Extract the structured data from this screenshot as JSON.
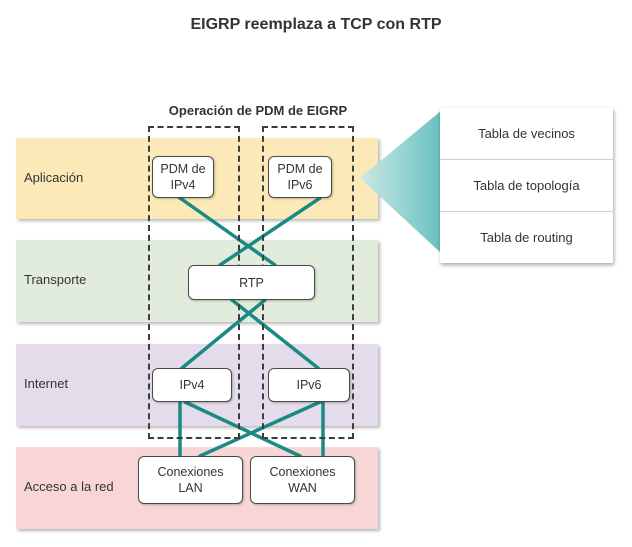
{
  "title": "EIGRP reemplaza a TCP con RTP",
  "pdm_title": "Operación de PDM de EIGRP",
  "layers": [
    {
      "label": "Aplicación",
      "color": "#fbe9b7"
    },
    {
      "label": "Transporte",
      "color": "#e1ecdd"
    },
    {
      "label": "Internet",
      "color": "#e4dcea"
    },
    {
      "label": "Acceso a la red",
      "color": "#f8d6d8"
    }
  ],
  "nodes": {
    "pdm_ipv4": "PDM de\nIPv4",
    "pdm_ipv6": "PDM de\nIPv6",
    "rtp": "RTP",
    "ipv4": "IPv4",
    "ipv6": "IPv6",
    "lan": "Conexiones\nLAN",
    "wan": "Conexiones\nWAN"
  },
  "tables": [
    "Tabla de vecinos",
    "Tabla de topología",
    "Tabla de routing"
  ],
  "colors": {
    "link": "#1a8a84",
    "accent_gradient_start": "#c9e9e6",
    "accent_gradient_end": "#5fbdbb"
  }
}
